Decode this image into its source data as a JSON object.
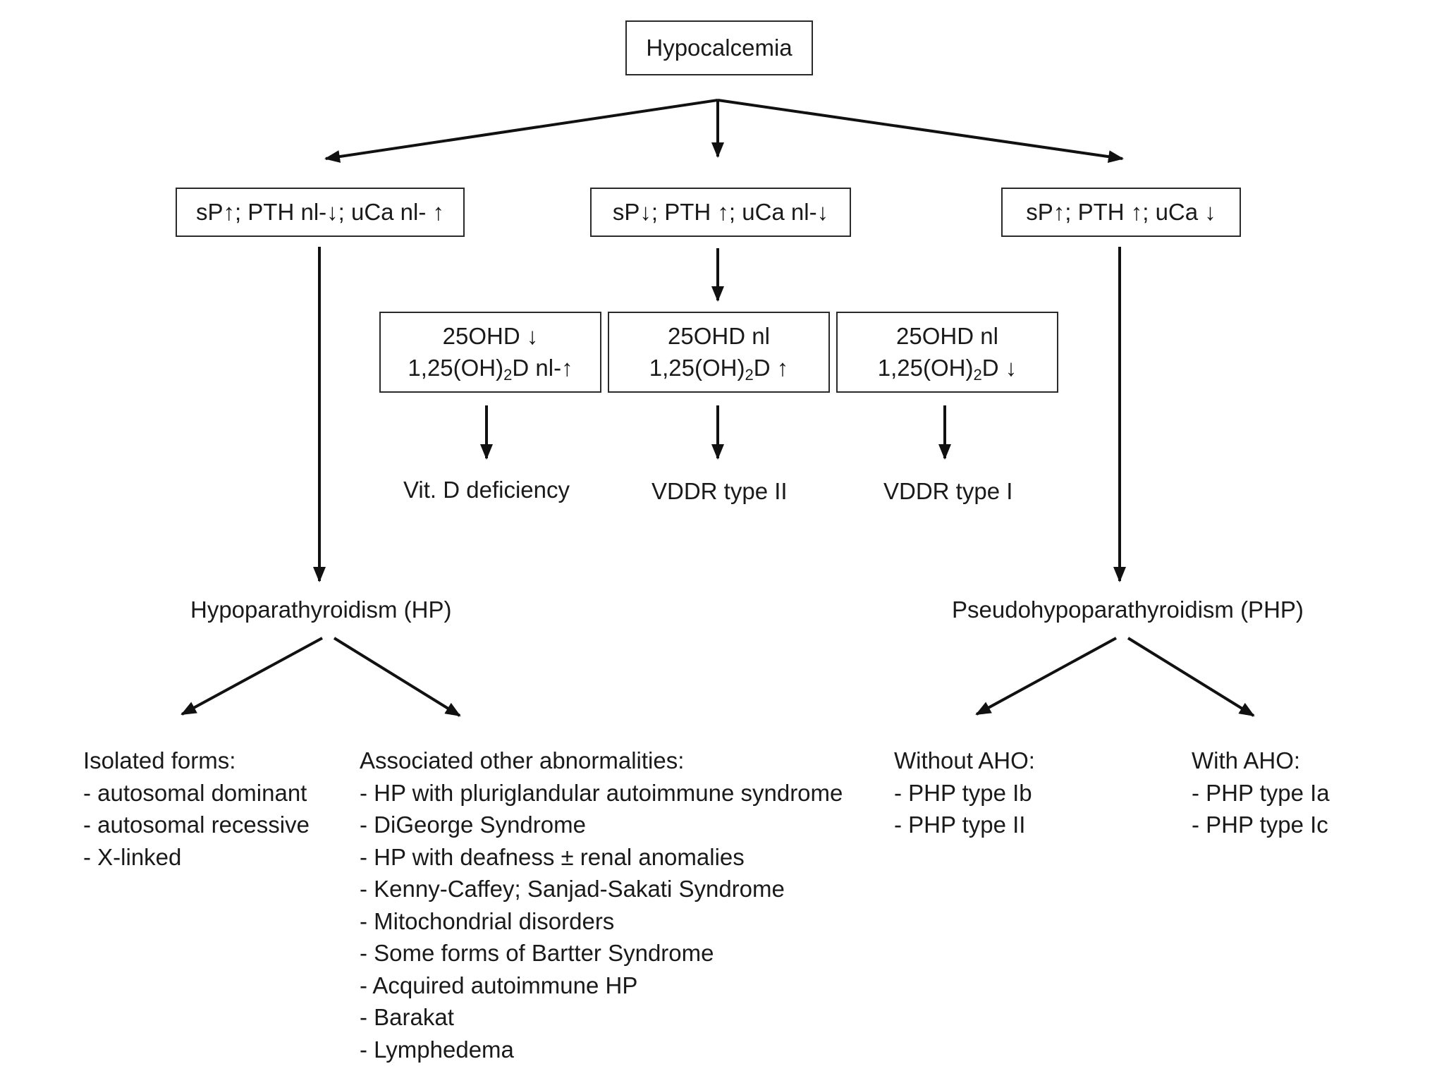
{
  "root": {
    "label": "Hypocalcemia"
  },
  "branches": [
    {
      "id": "left",
      "label": "sP↑; PTH nl-↓; uCa nl- ↑"
    },
    {
      "id": "middle",
      "label": "sP↓; PTH ↑; uCa nl-↓"
    },
    {
      "id": "right",
      "label": "sP↑; PTH ↑; uCa ↓"
    }
  ],
  "vitd_boxes": [
    {
      "line1": "25OHD ↓",
      "line2_pre": "1,25(OH)",
      "line2_sub": "2",
      "line2_post": "D nl-↑"
    },
    {
      "line1": "25OHD nl",
      "line2_pre": "1,25(OH)",
      "line2_sub": "2",
      "line2_post": "D ↑"
    },
    {
      "line1": "25OHD nl",
      "line2_pre": "1,25(OH)",
      "line2_sub": "2",
      "line2_post": "D ↓"
    }
  ],
  "vitd_outcomes": [
    "Vit. D deficiency",
    "VDDR type II",
    "VDDR type I"
  ],
  "hp": {
    "label": "Hypoparathyroidism (HP)",
    "isolated": {
      "title": "Isolated forms:",
      "items": [
        "- autosomal dominant",
        "- autosomal recessive",
        "- X-linked"
      ]
    },
    "associated": {
      "title": "Associated other abnormalities:",
      "items": [
        "- HP with pluriglandular autoimmune syndrome",
        "- DiGeorge Syndrome",
        "- HP with deafness ± renal anomalies",
        "- Kenny-Caffey; Sanjad-Sakati Syndrome",
        "- Mitochondrial disorders",
        "- Some forms of Bartter Syndrome",
        "- Acquired autoimmune HP",
        "- Barakat",
        "- Lymphedema"
      ]
    }
  },
  "php": {
    "label": "Pseudohypoparathyroidism (PHP)",
    "without": {
      "title": "Without AHO:",
      "items": [
        "- PHP type Ib",
        "- PHP type II"
      ]
    },
    "with": {
      "title": "With AHO:",
      "items": [
        "- PHP type Ia",
        "- PHP type Ic"
      ]
    }
  }
}
